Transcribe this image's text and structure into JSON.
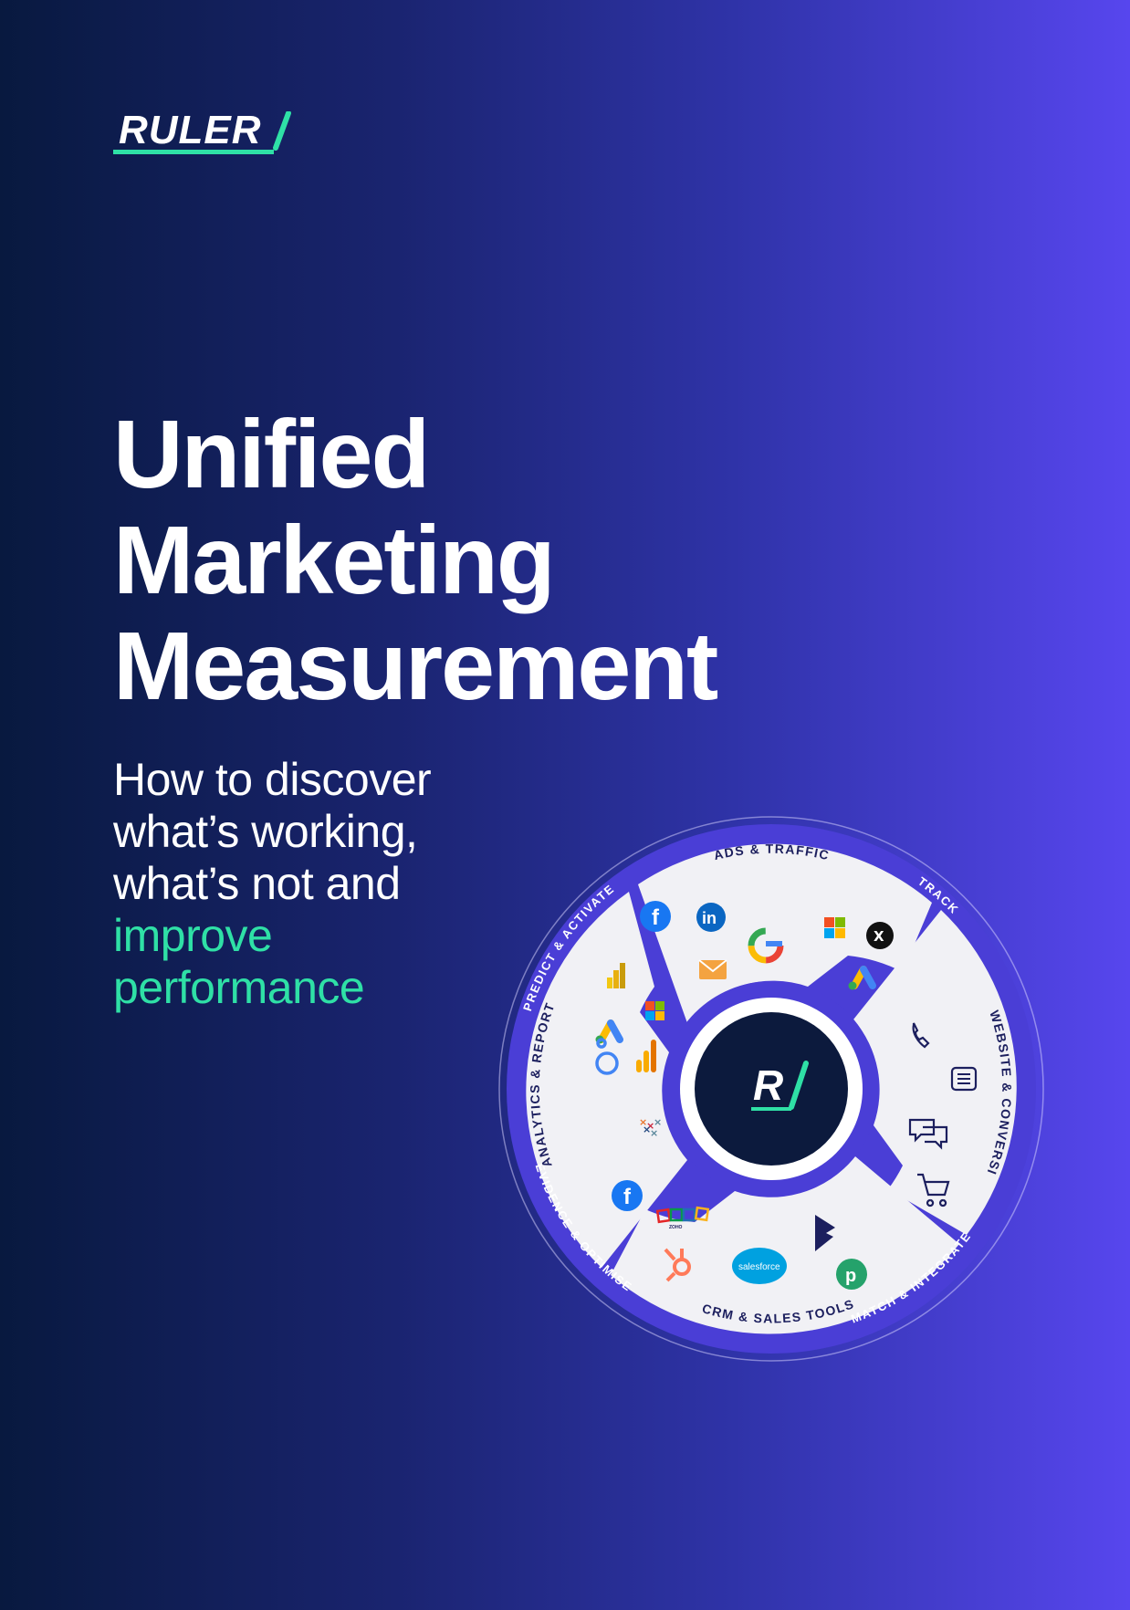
{
  "brand": {
    "logo_text": "RULER",
    "accent": "#2fe0a6"
  },
  "title_lines": [
    "Unified",
    "Marketing",
    "Measurement"
  ],
  "subtitle_lines": [
    "How to discover",
    "what’s working,",
    "what’s not and"
  ],
  "subtitle_highlight_lines": [
    "improve",
    "performance"
  ],
  "wheel": {
    "center_logo": "R",
    "outer_labels": [
      "PREDICT & ACTIVATE",
      "TRACK",
      "MATCH & INTEGRATE",
      "EVIDENCE & OPTIMISE"
    ],
    "segments": [
      {
        "label": "ADS & TRAFFIC",
        "icons": [
          "facebook-icon",
          "linkedin-icon",
          "google-icon",
          "microsoft-icon",
          "x-icon",
          "email-icon",
          "google-ads-icon"
        ]
      },
      {
        "label": "WEBSITE & CONVERSION",
        "icons": [
          "phone-icon",
          "form-icon",
          "chat-icon",
          "cart-icon"
        ]
      },
      {
        "label": "CRM & SALES TOOLS",
        "icons": [
          "zoho-icon",
          "hubspot-icon",
          "salesforce-icon",
          "dynamics-icon",
          "pipedrive-icon"
        ]
      },
      {
        "label": "ANALYTICS & REPORTING",
        "icons": [
          "power-bi-icon",
          "google-ads-icon",
          "microsoft-icon",
          "google-analytics-icon",
          "looker-icon",
          "tableau-icon",
          "facebook-icon"
        ]
      }
    ],
    "salesforce_text": "salesforce",
    "zoho_text": "ZOHO"
  },
  "colors": {
    "bg_start": "#08193f",
    "bg_end": "#5746ee",
    "wheel_ring": "#4a3ed6",
    "segment_fill": "#f1f1f5",
    "center_dark": "#0c1a3d"
  }
}
